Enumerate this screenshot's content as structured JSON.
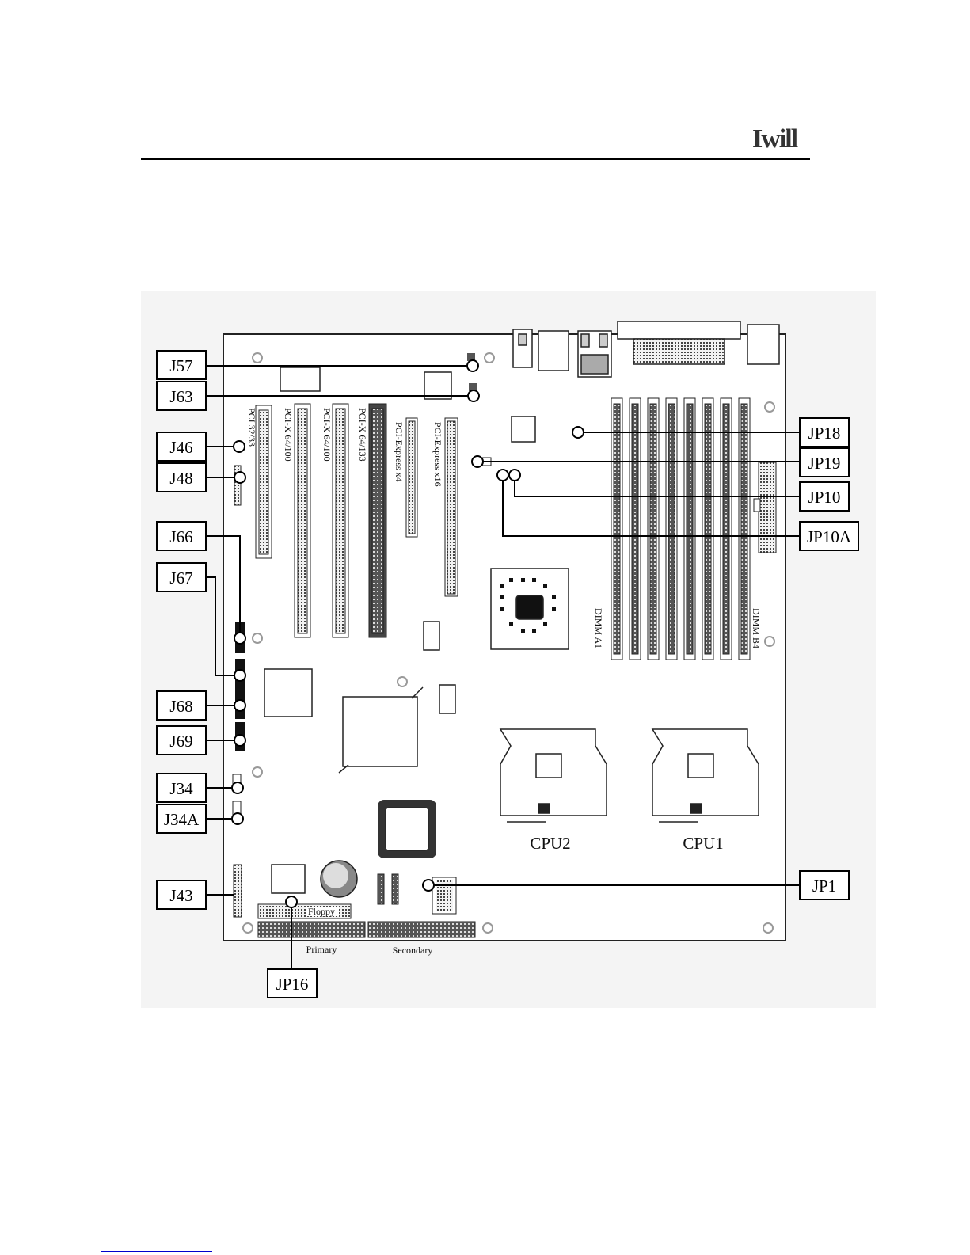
{
  "header": {
    "logo_text": "Iwill"
  },
  "board": {
    "slot_labels": [
      "PCI 32/33",
      "PCI-X 64/100",
      "PCI-X 64/100",
      "PCI-X 64/133",
      "PCI-Express x4",
      "PCI-Express x16"
    ],
    "dimm_labels": [
      "DIMM A1",
      "DIMM B4"
    ],
    "cpu_labels": [
      "CPU2",
      "CPU1"
    ],
    "connector_labels": [
      "Floppy",
      "Primary",
      "Secondary"
    ]
  },
  "callouts": {
    "J57": "J57",
    "J63": "J63",
    "J46": "J46",
    "J48": "J48",
    "J66": "J66",
    "J67": "J67",
    "J68": "J68",
    "J69": "J69",
    "J34": "J34",
    "J34A": "J34A",
    "J43": "J43",
    "JP16": "JP16",
    "JP18": "JP18",
    "JP19": "JP19",
    "JP10": "JP10",
    "JP10A": "JP10A",
    "JP1": "JP1"
  }
}
